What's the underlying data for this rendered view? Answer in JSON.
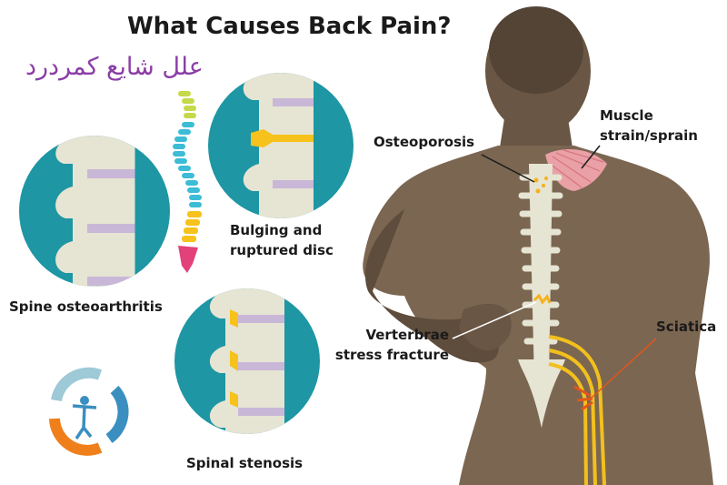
{
  "title": "What Causes Back Pain?",
  "subtitle": "علل شایع کمردرد",
  "labels": {
    "spine_osteoarthritis": "Spine osteoarthritis",
    "bulging_line1": "Bulging and",
    "bulging_line2": "ruptured disc",
    "spinal_stenosis": "Spinal stenosis",
    "osteoporosis": "Osteoporosis",
    "muscle_line1": "Muscle",
    "muscle_line2": "strain/sprain",
    "fracture_line1": "Verterbrae",
    "fracture_line2": "stress fracture",
    "sciatica": "Sciatica"
  },
  "colors": {
    "teal": "#1e96a3",
    "bone": "#e6e4d3",
    "disc": "#c9b7d8",
    "skin": "#7b6651",
    "skin_dark": "#5b4a3b",
    "muscle": "#e9a0a6",
    "highlight": "#f5b21a",
    "nerve": "#f2c01d",
    "sciatica_mark": "#e2561b"
  },
  "icons": [
    "spine-colored-icon",
    "clinic-logo-icon"
  ]
}
